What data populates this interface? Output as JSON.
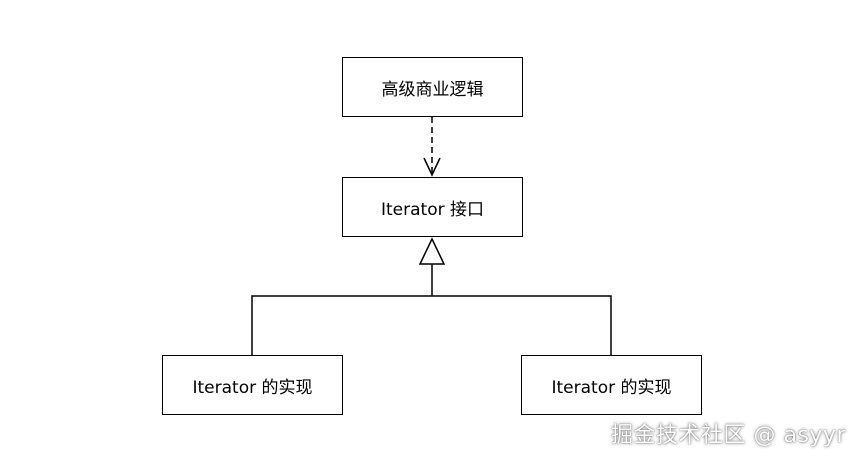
{
  "nodes": {
    "business_logic": "高级商业逻辑",
    "iterator_interface": "Iterator 接口",
    "impl_left": "Iterator 的实现",
    "impl_right": "Iterator 的实现"
  },
  "edges": [
    {
      "from": "business_logic",
      "to": "iterator_interface",
      "style": "dashed",
      "arrow": "open"
    },
    {
      "from": "impl_left",
      "to": "iterator_interface",
      "style": "solid",
      "arrow": "hollow-triangle"
    },
    {
      "from": "impl_right",
      "to": "iterator_interface",
      "style": "solid",
      "arrow": "hollow-triangle"
    }
  ],
  "colors": {
    "line": "#000000",
    "background": "#ffffff",
    "watermark": "#ffffff"
  },
  "watermark": "掘金技术社区 @ asyyr"
}
